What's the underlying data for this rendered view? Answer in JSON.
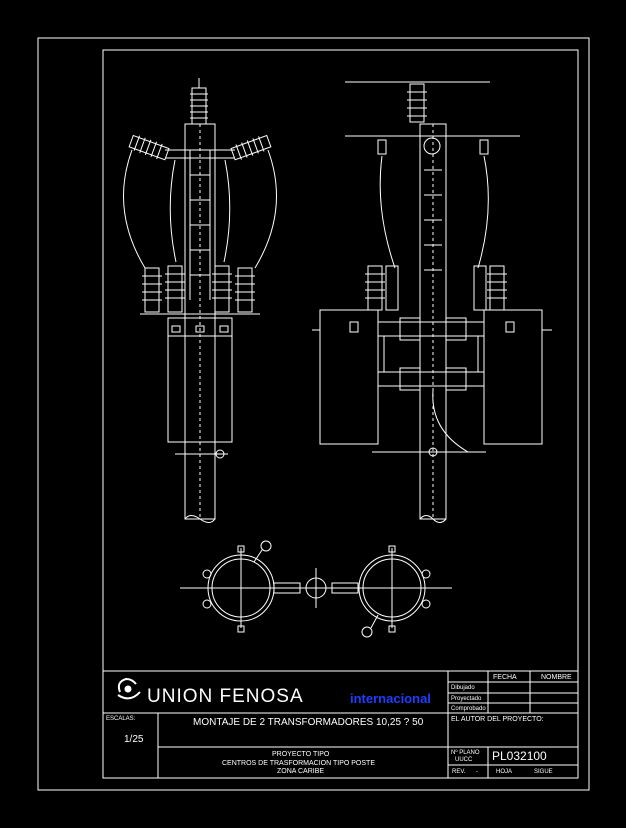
{
  "title_block": {
    "company": "UNION  FENOSA",
    "brand": "internacional",
    "scale_label": "ESCALAS:",
    "scale": "1/25",
    "drawing_title": "MONTAJE DE 2 TRANSFORMADORES   10,25 ? 50",
    "author_label": "EL AUTOR DEL PROYECTO:",
    "project_type": "PROYECTO TIPO",
    "project_name": "CENTROS DE TRASFORMACION TIPO POSTE",
    "zone": "ZONA CARIBE",
    "headers": {
      "fecha": "FECHA",
      "nombre": "NOMBRE"
    },
    "rows": [
      "Dibujado",
      "Proyectado",
      "Comprobado"
    ],
    "rev_label": "REV.",
    "rev_value": "-",
    "plan_label": "Nº PLANO",
    "plan_sub": "UUCC",
    "plan_number": "PL032100",
    "hoja_label": "HOJA",
    "sigue_label": "SIGUE"
  },
  "colors": {
    "background": "#000000",
    "lines": "#ffffff",
    "brand": "#1f3cff"
  }
}
